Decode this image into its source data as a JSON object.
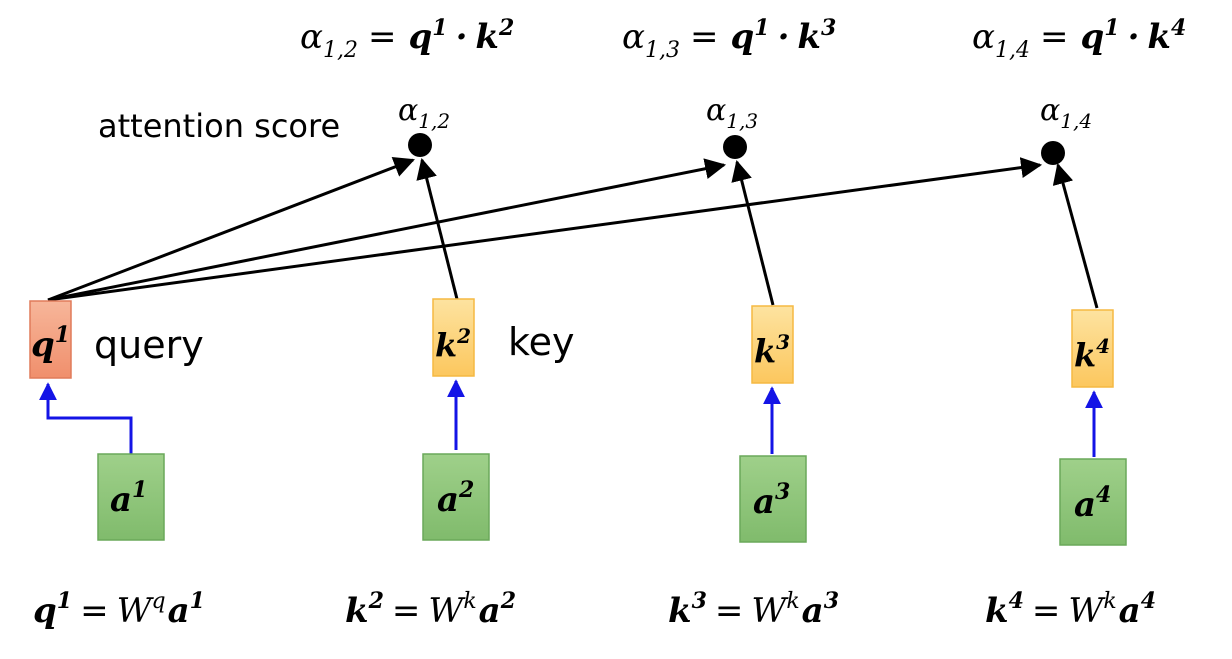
{
  "colors": {
    "query_fill": "#f4a582",
    "query_stroke": "#e07b5a",
    "key_fill": "#fdd47c",
    "key_stroke": "#f5b942",
    "input_fill": "#8fc47a",
    "input_stroke": "#6aa85a",
    "projection_arrow": "#1414e6",
    "score_arrow": "#000000"
  },
  "labels": {
    "attention_score": "attention score",
    "query": "query",
    "key": "key"
  },
  "dot_product": {
    "operator": "·"
  },
  "query_vec": {
    "letter": "q",
    "index": "1"
  },
  "inputs": [
    {
      "letter": "a",
      "index": "1"
    },
    {
      "letter": "a",
      "index": "2"
    },
    {
      "letter": "a",
      "index": "3"
    },
    {
      "letter": "a",
      "index": "4"
    }
  ],
  "keys": [
    {
      "letter": "k",
      "index": "2"
    },
    {
      "letter": "k",
      "index": "3"
    },
    {
      "letter": "k",
      "index": "4"
    }
  ],
  "scores": [
    {
      "symbol": "α",
      "subscript": "1,2"
    },
    {
      "symbol": "α",
      "subscript": "1,3"
    },
    {
      "symbol": "α",
      "subscript": "1,4"
    }
  ],
  "formulas_bottom": [
    {
      "lhs": "q",
      "lhs_idx": "1",
      "eq": "=",
      "W": "W",
      "W_sup": "q",
      "rhs": "a",
      "rhs_idx": "1"
    },
    {
      "lhs": "k",
      "lhs_idx": "2",
      "eq": "=",
      "W": "W",
      "W_sup": "k",
      "rhs": "a",
      "rhs_idx": "2"
    },
    {
      "lhs": "k",
      "lhs_idx": "3",
      "eq": "=",
      "W": "W",
      "W_sup": "k",
      "rhs": "a",
      "rhs_idx": "3"
    },
    {
      "lhs": "k",
      "lhs_idx": "4",
      "eq": "=",
      "W": "W",
      "W_sup": "k",
      "rhs": "a",
      "rhs_idx": "4"
    }
  ]
}
